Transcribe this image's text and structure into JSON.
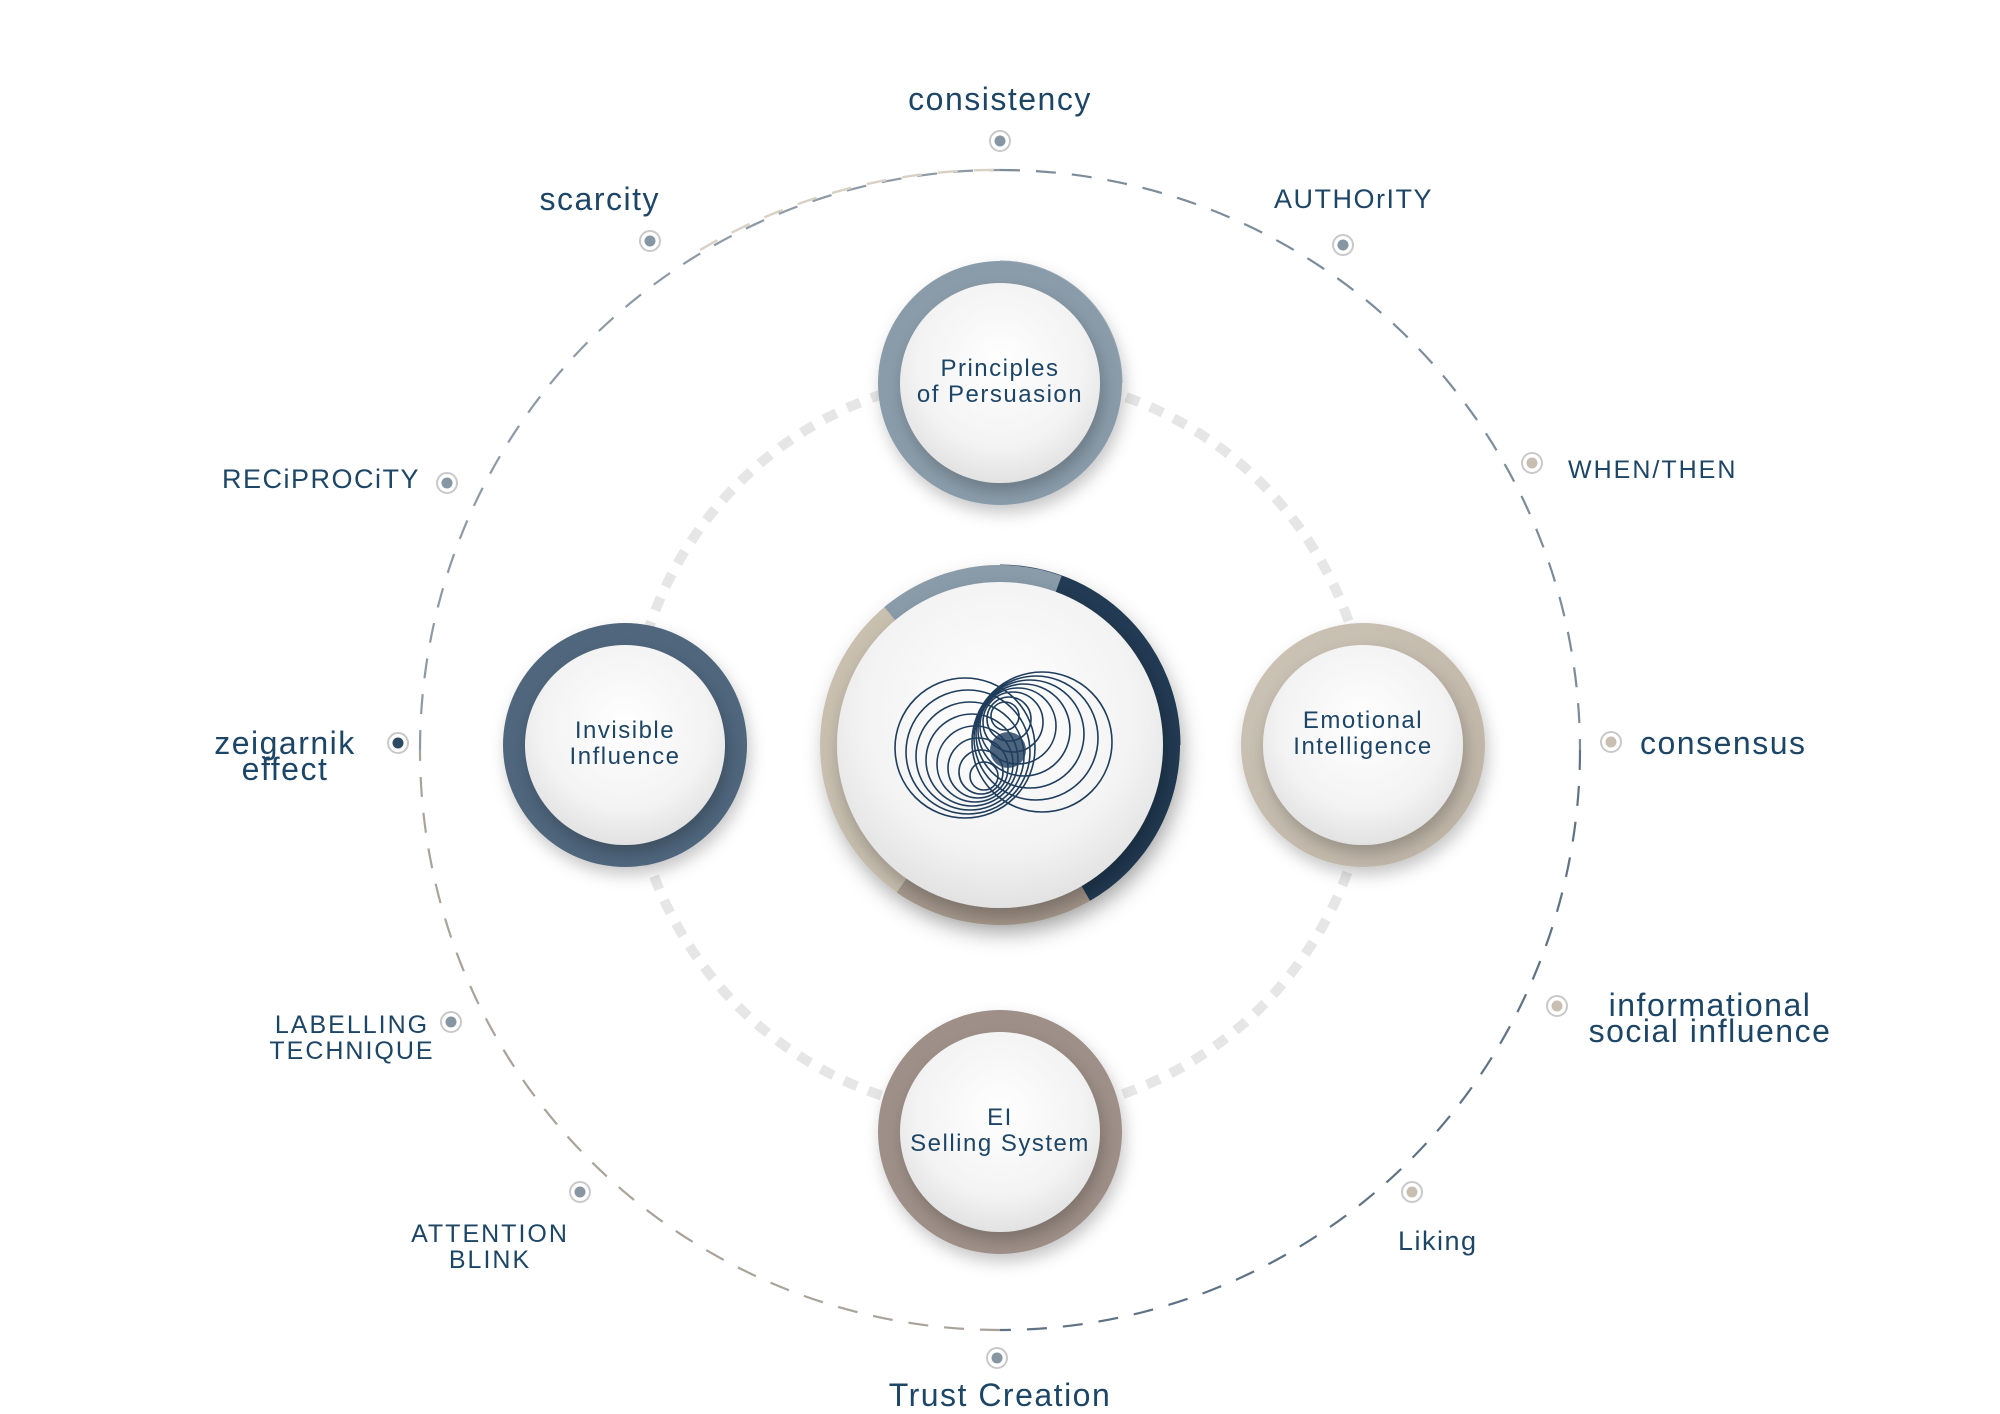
{
  "hub": {
    "icon": "overlapping-spirals-icon",
    "colors": {
      "light": "#8a9caa",
      "dark": "#223b54",
      "beige": "#c9c0b0",
      "taupe": "#a89a8e"
    }
  },
  "nodes": [
    {
      "id": "principles",
      "lines": [
        "Principles",
        "of Persuasion"
      ],
      "color": "#8a9caa"
    },
    {
      "id": "invisible",
      "lines": [
        "Invisible",
        "Influence"
      ],
      "color": "#4f667d"
    },
    {
      "id": "emotional",
      "lines": [
        "Emotional",
        "Intelligence"
      ],
      "color": "#ccc4b6"
    },
    {
      "id": "ei-selling",
      "lines": [
        "EI",
        "Selling System"
      ],
      "color": "#9e9088"
    }
  ],
  "outer_items": [
    {
      "id": "consistency",
      "lines": [
        "consistency"
      ]
    },
    {
      "id": "authority",
      "lines": [
        "AUTHOrITY"
      ]
    },
    {
      "id": "when-then",
      "lines": [
        "WHEN/THEN"
      ]
    },
    {
      "id": "consensus",
      "lines": [
        "consensus"
      ]
    },
    {
      "id": "informational",
      "lines": [
        "informational",
        "social influence"
      ]
    },
    {
      "id": "liking",
      "lines": [
        "Liking"
      ]
    },
    {
      "id": "trust",
      "lines": [
        "Trust Creation"
      ]
    },
    {
      "id": "attention",
      "lines": [
        "ATTENTION",
        "BLINK"
      ]
    },
    {
      "id": "labelling",
      "lines": [
        "LABELLING",
        "TECHNIQUE"
      ]
    },
    {
      "id": "zeigarnik",
      "lines": [
        "zeigarnik",
        "effect"
      ]
    },
    {
      "id": "reciprocity",
      "lines": [
        "RECiPROCiTY"
      ]
    },
    {
      "id": "scarcity",
      "lines": [
        "scarcity"
      ]
    }
  ],
  "marker_colors": {
    "slate": "#8796a3",
    "beige": "#c8bfb2",
    "navy": "#2d4a63"
  }
}
